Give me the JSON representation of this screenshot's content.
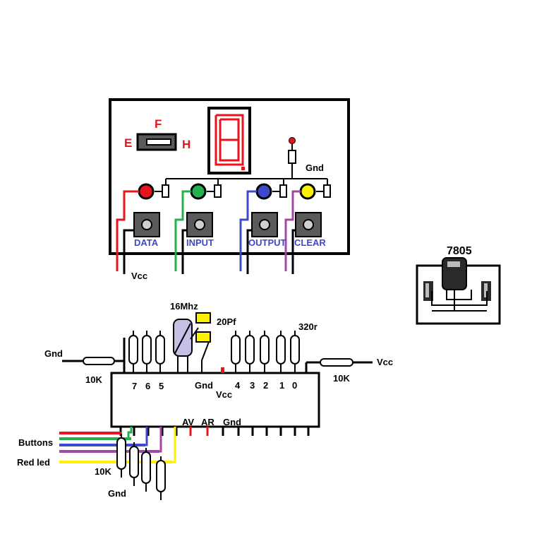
{
  "panel": {
    "switch": {
      "left": "E",
      "center": "F",
      "right": "H"
    },
    "indicator_led_gnd": "Gnd",
    "buttons": [
      {
        "label": "DATA",
        "led_color": "#e8141c",
        "wire_color": "#e8141c"
      },
      {
        "label": "INPUT",
        "led_color": "#22b14c",
        "wire_color": "#22b14c"
      },
      {
        "label": "OUTPUT",
        "led_color": "#3f48cc",
        "wire_color": "#3f48cc"
      },
      {
        "label": "CLEAR",
        "led_color": "#fff200",
        "wire_color": "#a349a4"
      }
    ],
    "vcc": "Vcc"
  },
  "regulator": {
    "label": "7805"
  },
  "mcu": {
    "crystal": "16Mhz",
    "caps": "20Pf",
    "resistors": "320r",
    "pins_top": [
      "7",
      "6",
      "5",
      "Gnd",
      "4",
      "3",
      "2",
      "1",
      "0"
    ],
    "vcc_pin": "Vcc",
    "pins_bottom": [
      "AV",
      "AR",
      "Gnd"
    ],
    "left_pull": {
      "gnd": "Gnd",
      "value": "10K"
    },
    "right_pull": {
      "vcc": "Vcc",
      "value": "10K"
    }
  },
  "bus": {
    "buttons_label": "Buttons",
    "led_label": "Red led",
    "pulldown_value": "10K",
    "gnd": "Gnd",
    "colors": [
      "#e8141c",
      "#22b14c",
      "#3f48cc",
      "#a349a4",
      "#fff200"
    ]
  }
}
